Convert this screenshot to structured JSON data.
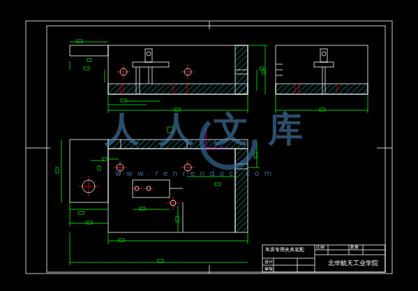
{
  "diagram": {
    "labels": [
      "车床专用夹具装配",
      "设计",
      "审核",
      "比例",
      "数量",
      "北华航天工业学院",
      "人人文库",
      "www.renrendoc.com"
    ]
  }
}
